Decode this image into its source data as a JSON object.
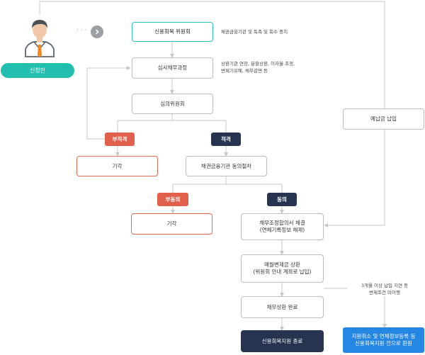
{
  "applicant": {
    "label": "신청인",
    "avatar_icon": "person-icon",
    "dots": "· · ·",
    "arrow_icon": "chevron-right-icon"
  },
  "nodes": {
    "credit_committee": "신용회복 위원회",
    "review_process": "심사채무과정",
    "deliberation_committee": "심의위원회",
    "rejected_result": "기각",
    "creditor_consent": "채권금융기관 동의절차",
    "disagree_result": "기각",
    "agreement_signed": "채무조정합의서 체결\n(연체기록정보 해제)",
    "monthly_repayment": "매월변제금 상환\n(위원회 안내 계좌로 납입)",
    "repayment_complete": "채무상환 완료",
    "support_end": "신용회복지원 종료",
    "deposit_payment": "예납금 납입",
    "cancellation": "지원취소 및 연체정보등록 등\n신용회복지원 전으로 환원"
  },
  "labels": {
    "unsuitable": "부적격",
    "suitable": "적격",
    "disagree": "부동의",
    "agree": "동의"
  },
  "notes": {
    "collection_stop": "채권금융기관 및 독촉 및 회수 중지",
    "review_details": "상환기관 연장, 분할상환, 이자율 조정,\n변제기유예, 채무감면 등",
    "delay_condition": "3개월 이상 납입 지연 등\n변제조건 미이행"
  },
  "colors": {
    "teal": "#29c3be",
    "badge_teal": "#22bfae",
    "navy": "#26344f",
    "red": "#e0604c",
    "blue": "#2686e4",
    "line": "#c8c8c8"
  }
}
